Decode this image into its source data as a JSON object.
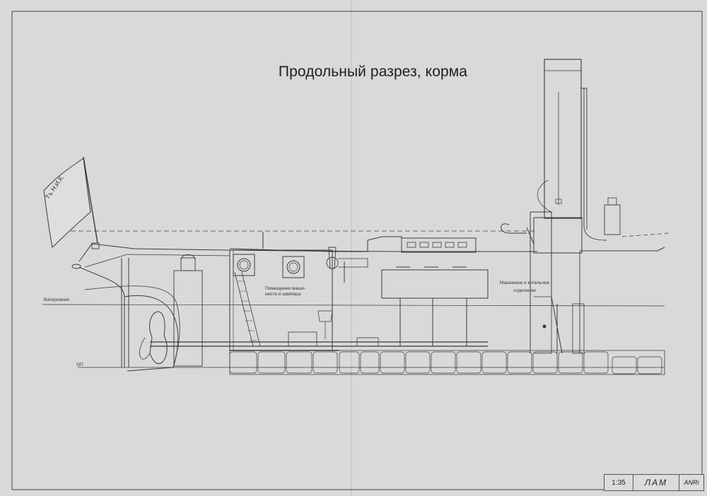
{
  "drawing": {
    "title": "Продольный разрез, корма",
    "flag_text": "Тъ Н.И.К.",
    "labels": {
      "waterline": "Ватерлиния",
      "baseline": "ОП",
      "crew_room_line1": "Помещение маши-",
      "crew_room_line2": "ниста и шкипера",
      "engine_room_line1": "Машинное и котельное",
      "engine_room_line2": "отделение"
    }
  },
  "title_block": {
    "scale": "1:35",
    "logo_left": "ЛАМ",
    "logo_right": "ANRi"
  },
  "colors": {
    "paper": "#d9d9d9",
    "line": "#3a3a3a",
    "frame": "#444444"
  }
}
